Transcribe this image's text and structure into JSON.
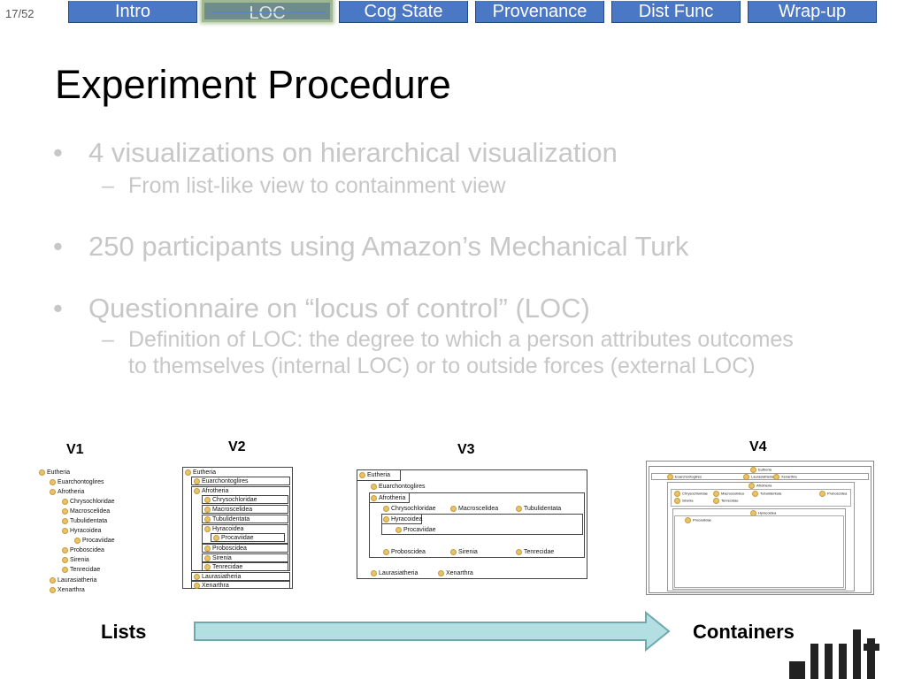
{
  "slide_counter": "17/52",
  "nav": {
    "tabs": [
      {
        "label": "Intro",
        "active": false
      },
      {
        "label": "LOC",
        "active": true
      },
      {
        "label": "Cog State",
        "active": false
      },
      {
        "label": "Provenance",
        "active": false
      },
      {
        "label": "Dist Func",
        "active": false
      },
      {
        "label": "Wrap-up",
        "active": false
      }
    ]
  },
  "title": "Experiment Procedure",
  "bullets": {
    "b1": "4 visualizations on hierarchical visualization",
    "b1_sub": "From list-like view to containment view",
    "b2": "250 participants using Amazon’s Mechanical Turk",
    "b3": "Questionnaire on “locus of control” (LOC)",
    "b3_sub": "Definition of LOC: the degree to which a person attributes outcomes to themselves (internal LOC) or to outside forces (external LOC)",
    "dash": "–"
  },
  "visualizations": {
    "v1": "V1",
    "v2": "V2",
    "v3": "V3",
    "v4": "V4"
  },
  "tree_nodes": {
    "eutheria": "Eutheria",
    "euarchontoglires": "Euarchontoglires",
    "afrotheria": "Afrotheria",
    "chrysochloridae": "Chrysochloridae",
    "macroscelidea": "Macroscelidea",
    "tubulidentata": "Tubulidentata",
    "hyracoidea": "Hyracoidea",
    "procaviidae": "Procaviidae",
    "proboscidea": "Proboscidea",
    "sirenia": "Sirenia",
    "tenrecidae": "Tenrecidae",
    "laurasiatheria": "Laurasiatheria",
    "xenarthra": "Xenarthra"
  },
  "spectrum": {
    "left": "Lists",
    "right": "Containers",
    "arrow_fill": "#b3dfe3",
    "arrow_stroke": "#6fa9b0"
  },
  "colors": {
    "nav_tab": "#4a78c4",
    "nav_active": "#6f8c8c",
    "bullet_text": "#c7c7c7"
  }
}
